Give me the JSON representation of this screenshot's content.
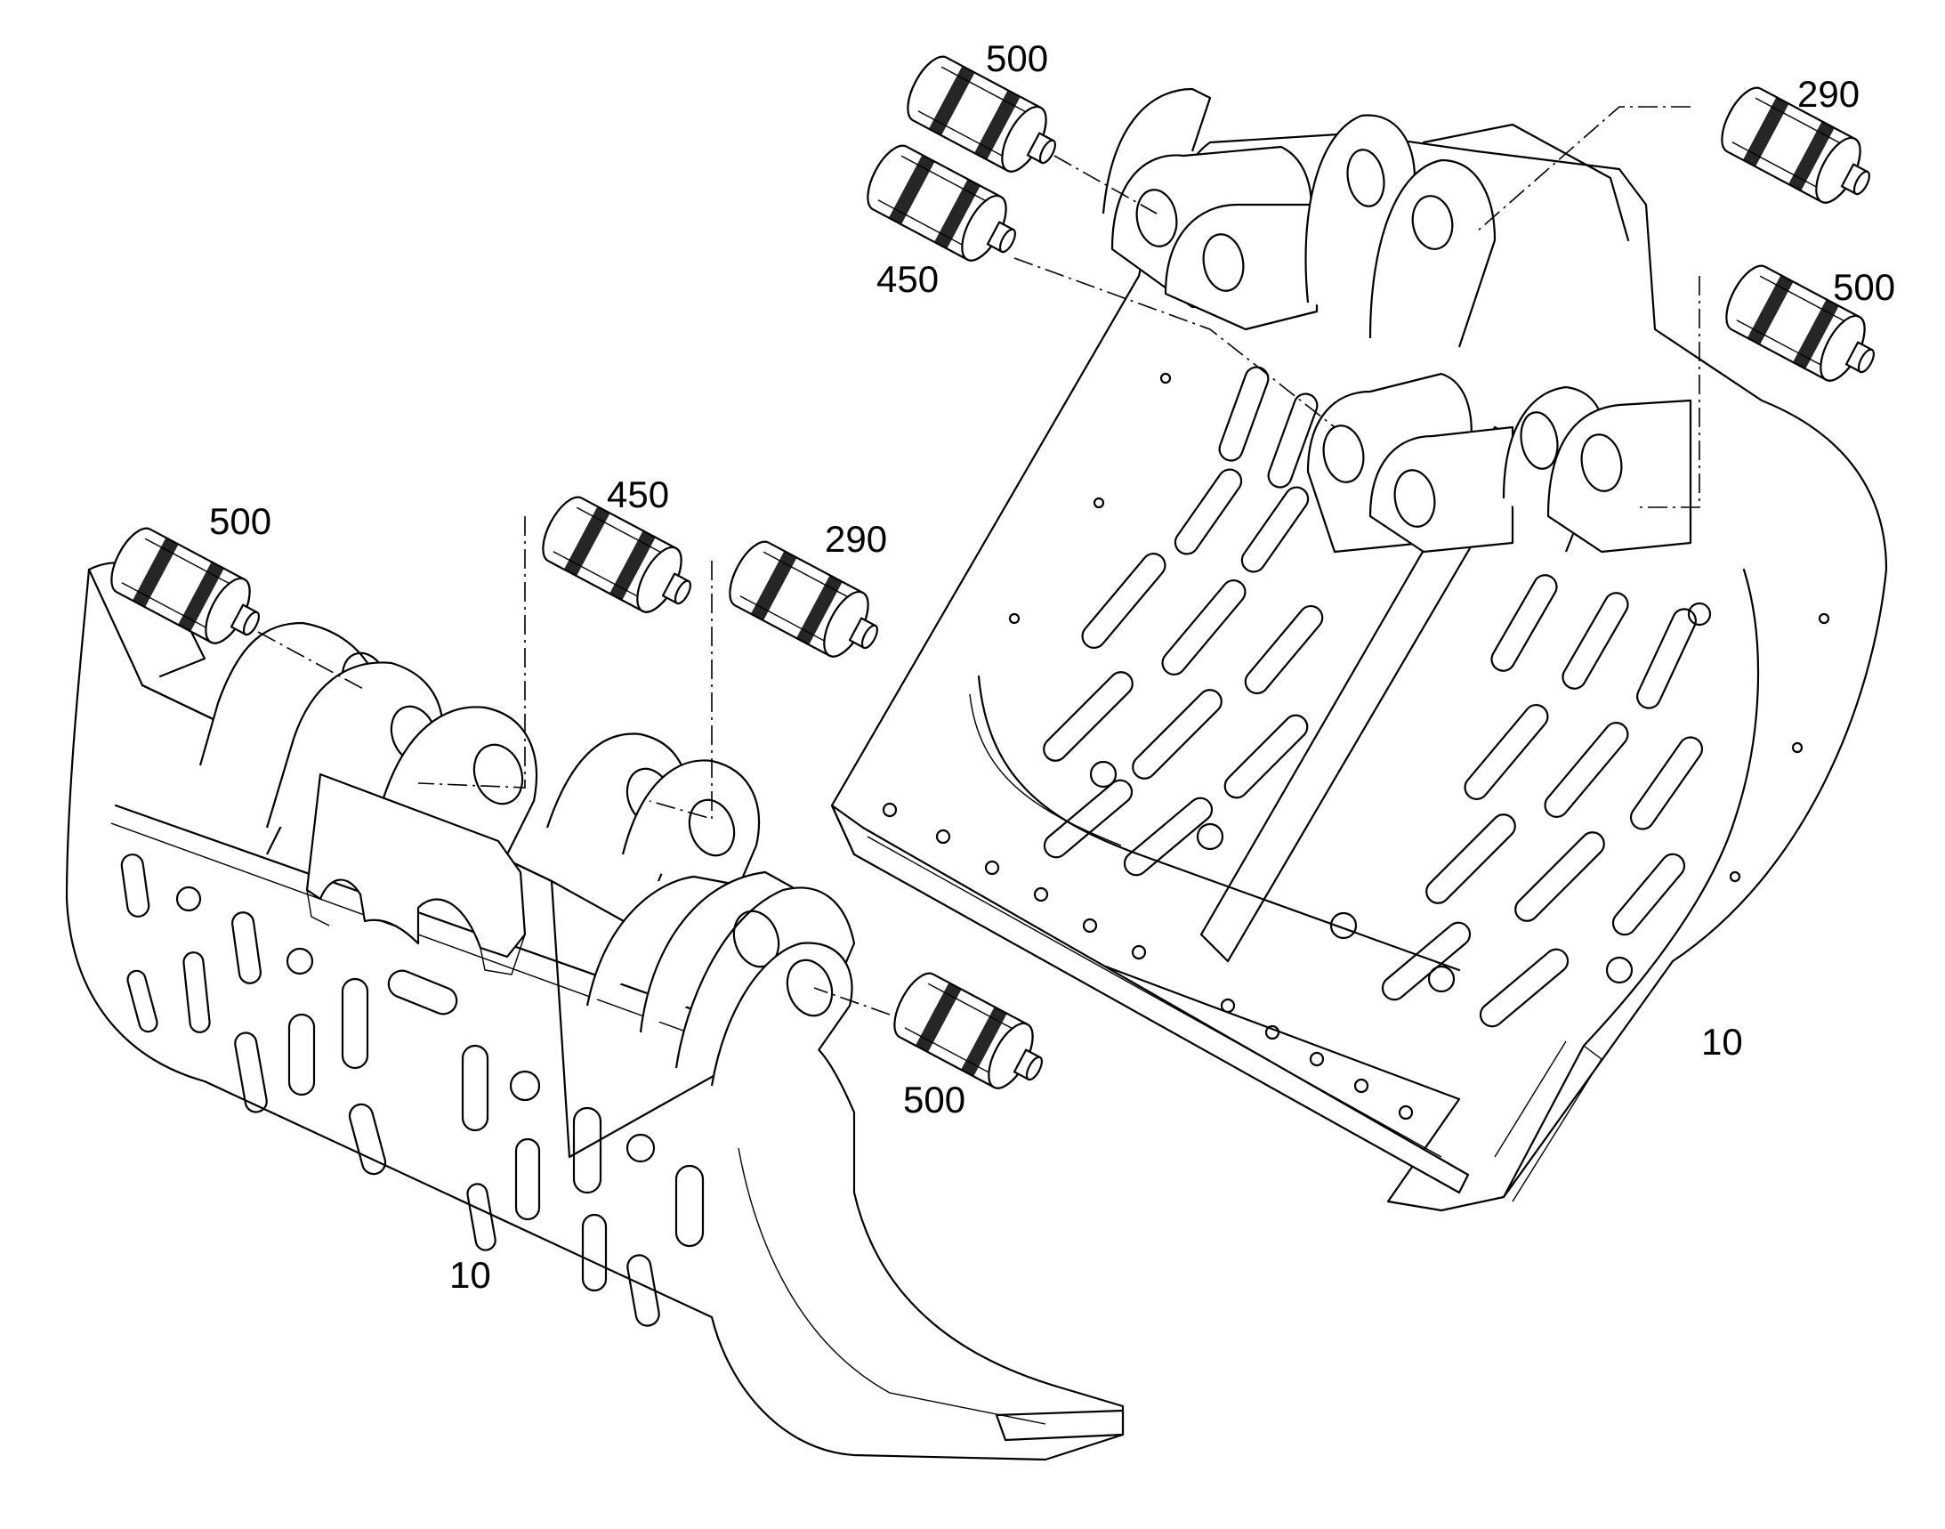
{
  "diagram": {
    "callouts": {
      "left_pin_a": "500",
      "left_pin_b": "450",
      "left_pin_c": "290",
      "left_pin_d": "500",
      "left_bucket": "10",
      "right_pin_a": "500",
      "right_pin_b": "450",
      "right_pin_c": "290",
      "right_pin_d": "500",
      "right_bucket": "10"
    }
  }
}
